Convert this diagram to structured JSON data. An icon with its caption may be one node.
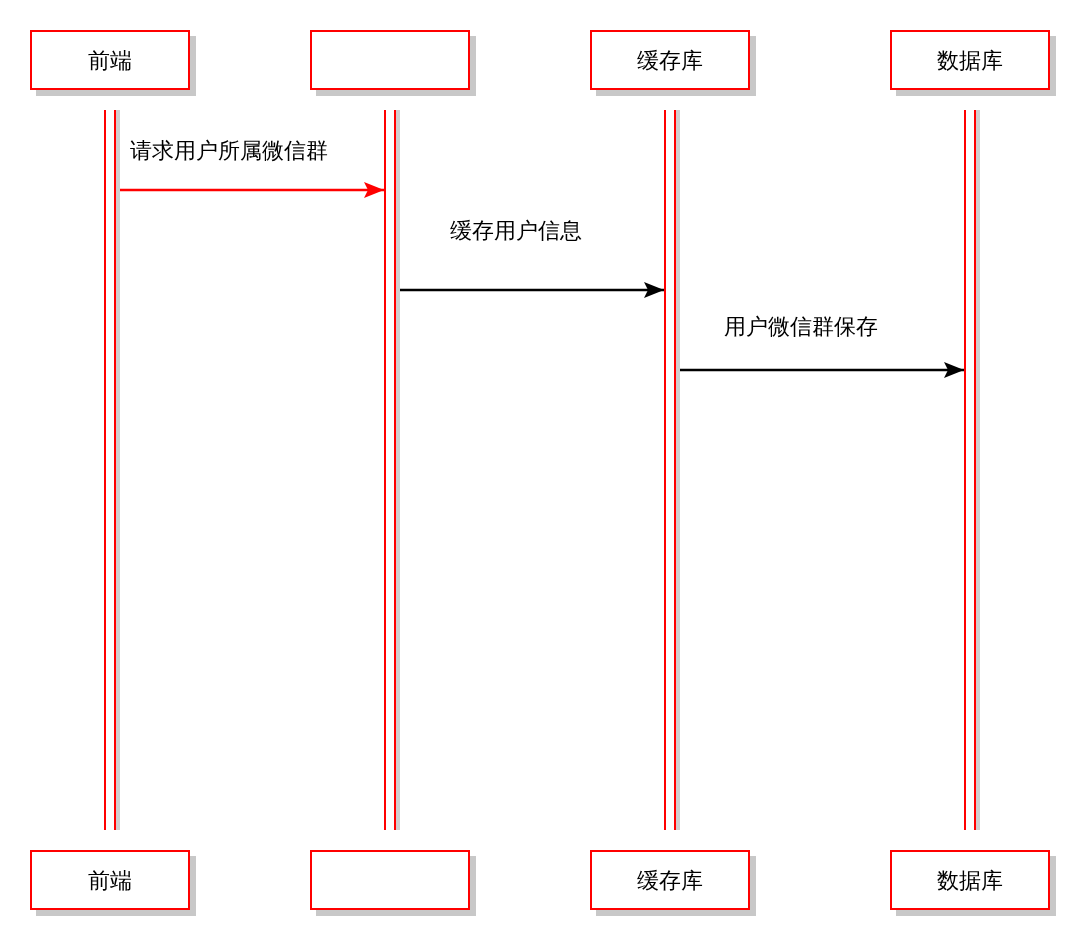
{
  "diagram": {
    "nodes": [
      {
        "text": [
          "前端"
        ]
      },
      {
        "text": [],
        "shape": "box"
      },
      {
        "text": [
          "缓存库"
        ]
      },
      {
        "text": [
          "数据库"
        ]
      },
      {
        "text": [],
        "shape": "bar"
      },
      {
        "text": [],
        "shape": "bar"
      },
      {
        "text": [],
        "shape": "bar"
      },
      {
        "text": [],
        "shape": "bar"
      },
      {
        "text": [
          "前端"
        ]
      },
      {
        "text": [],
        "shape": "box"
      },
      {
        "text": [
          "缓存库"
        ]
      },
      {
        "text": [
          "数据库"
        ]
      }
    ],
    "edges": [
      {
        "from": 4,
        "to": 5,
        "arrow": "to",
        "label": "请求用户所属微信群",
        "color": "#ff0000"
      },
      {
        "from": 5,
        "to": 6,
        "arrow": "to",
        "label": "缓存用户信息"
      },
      {
        "from": 6,
        "to": 7,
        "arrow": "to",
        "label": "用户微信群保存"
      }
    ]
  }
}
